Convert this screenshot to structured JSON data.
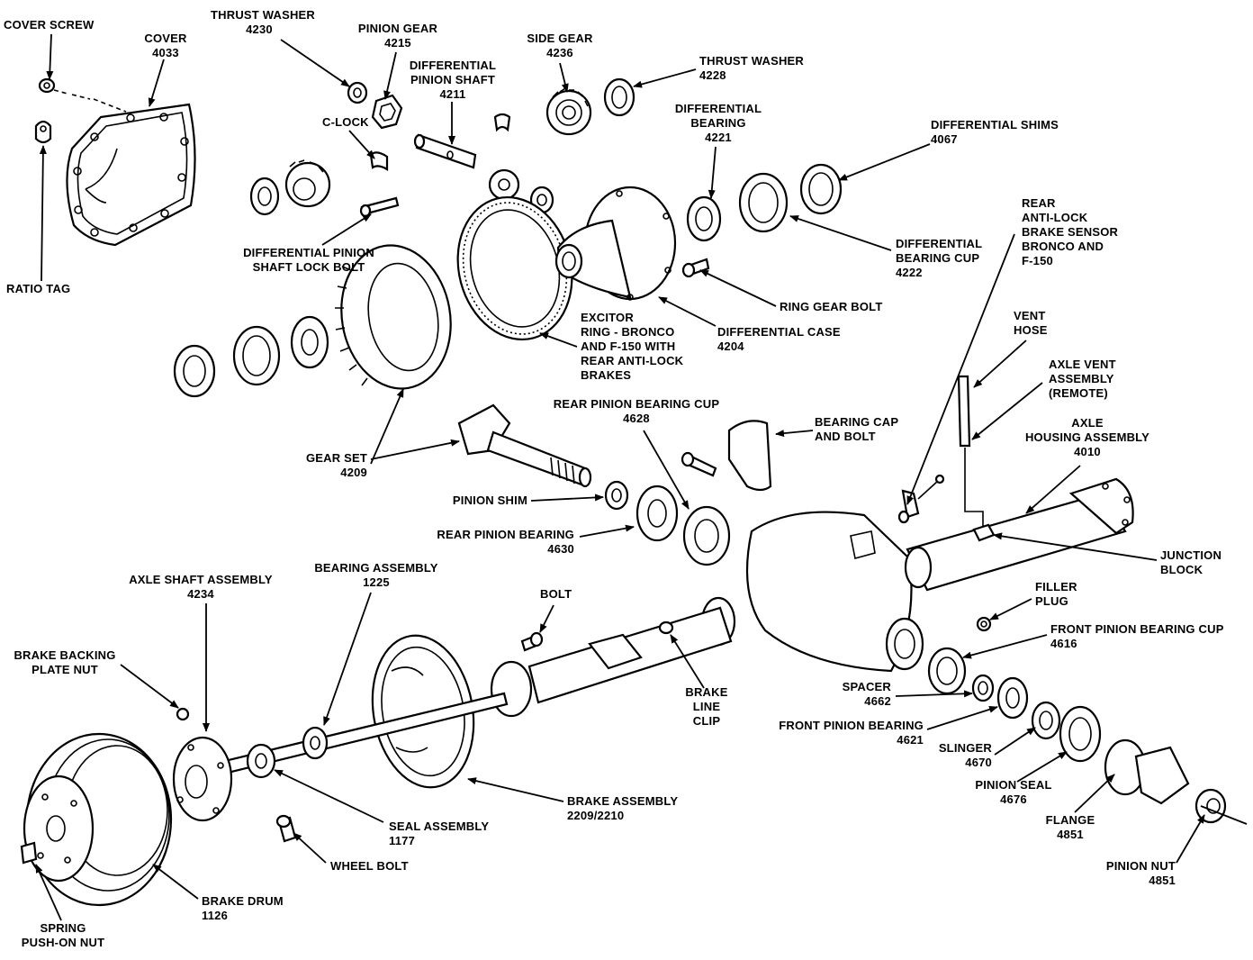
{
  "diagram": {
    "title": "Rear Axle Exploded View",
    "background": "#ffffff",
    "ink": "#000000"
  },
  "labels": {
    "cover_screw": {
      "lines": [
        "COVER SCREW"
      ]
    },
    "cover": {
      "lines": [
        "COVER",
        "4033"
      ]
    },
    "ratio_tag": {
      "lines": [
        "RATIO TAG"
      ]
    },
    "thrust_washer_4230": {
      "lines": [
        "THRUST WASHER",
        "4230"
      ]
    },
    "pinion_gear": {
      "lines": [
        "PINION GEAR",
        "4215"
      ]
    },
    "diff_pinion_shaft": {
      "lines": [
        "DIFFERENTIAL",
        "PINION SHAFT",
        "4211"
      ]
    },
    "c_lock": {
      "lines": [
        "C-LOCK"
      ]
    },
    "side_gear": {
      "lines": [
        "SIDE GEAR",
        "4236"
      ]
    },
    "thrust_washer_4228": {
      "lines": [
        "THRUST WASHER",
        "4228"
      ]
    },
    "diff_bearing": {
      "lines": [
        "DIFFERENTIAL",
        "BEARING",
        "4221"
      ]
    },
    "diff_shims": {
      "lines": [
        "DIFFERENTIAL SHIMS",
        "4067"
      ]
    },
    "diff_pinion_shaft_lock_bolt": {
      "lines": [
        "DIFFERENTIAL PINION",
        "SHAFT LOCK BOLT"
      ]
    },
    "diff_bearing_cup": {
      "lines": [
        "DIFFERENTIAL",
        "BEARING CUP",
        "4222"
      ]
    },
    "abs_sensor": {
      "lines": [
        "REAR",
        "ANTI-LOCK",
        "BRAKE SENSOR",
        "BRONCO AND",
        "F-150"
      ]
    },
    "ring_gear_bolt": {
      "lines": [
        "RING GEAR BOLT"
      ]
    },
    "excitor_ring": {
      "lines": [
        "EXCITOR",
        "RING - BRONCO",
        "AND F-150 WITH",
        "REAR ANTI-LOCK",
        "BRAKES"
      ]
    },
    "diff_case": {
      "lines": [
        "DIFFERENTIAL CASE",
        "4204"
      ]
    },
    "vent_hose": {
      "lines": [
        "VENT",
        "HOSE"
      ]
    },
    "axle_vent_assembly": {
      "lines": [
        "AXLE VENT",
        "ASSEMBLY",
        "(REMOTE)"
      ]
    },
    "axle_housing_assembly": {
      "lines": [
        "AXLE",
        "HOUSING ASSEMBLY",
        "4010"
      ]
    },
    "rear_pinion_bearing_cup": {
      "lines": [
        "REAR PINION BEARING CUP",
        "4628"
      ]
    },
    "bearing_cap_bolt": {
      "lines": [
        "BEARING CAP",
        "AND BOLT"
      ]
    },
    "gear_set": {
      "lines": [
        "GEAR SET",
        "4209"
      ]
    },
    "pinion_shim": {
      "lines": [
        "PINION SHIM"
      ]
    },
    "rear_pinion_bearing": {
      "lines": [
        "REAR PINION BEARING",
        "4630"
      ]
    },
    "junction_block": {
      "lines": [
        "JUNCTION",
        "BLOCK"
      ]
    },
    "filler_plug": {
      "lines": [
        "FILLER",
        "PLUG"
      ]
    },
    "front_pinion_bearing_cup": {
      "lines": [
        "FRONT PINION BEARING CUP",
        "4616"
      ]
    },
    "axle_shaft_assembly": {
      "lines": [
        "AXLE SHAFT ASSEMBLY",
        "4234"
      ]
    },
    "bearing_assembly": {
      "lines": [
        "BEARING ASSEMBLY",
        "1225"
      ]
    },
    "bolt": {
      "lines": [
        "BOLT"
      ]
    },
    "brake_backing_plate_nut": {
      "lines": [
        "BRAKE BACKING",
        "PLATE NUT"
      ]
    },
    "brake_line_clip": {
      "lines": [
        "BRAKE",
        "LINE",
        "CLIP"
      ]
    },
    "spacer": {
      "lines": [
        "SPACER",
        "4662"
      ]
    },
    "front_pinion_bearing": {
      "lines": [
        "FRONT PINION BEARING",
        "4621"
      ]
    },
    "slinger": {
      "lines": [
        "SLINGER",
        "4670"
      ]
    },
    "pinion_seal": {
      "lines": [
        "PINION SEAL",
        "4676"
      ]
    },
    "brake_assembly": {
      "lines": [
        "BRAKE ASSEMBLY",
        "2209/2210"
      ]
    },
    "seal_assembly": {
      "lines": [
        "SEAL ASSEMBLY",
        "1177"
      ]
    },
    "flange": {
      "lines": [
        "FLANGE",
        "4851"
      ]
    },
    "wheel_bolt": {
      "lines": [
        "WHEEL BOLT"
      ]
    },
    "pinion_nut": {
      "lines": [
        "PINION NUT",
        "4851"
      ]
    },
    "brake_drum": {
      "lines": [
        "BRAKE DRUM",
        "1126"
      ]
    },
    "spring_push_on_nut": {
      "lines": [
        "SPRING",
        "PUSH-ON NUT"
      ]
    }
  }
}
